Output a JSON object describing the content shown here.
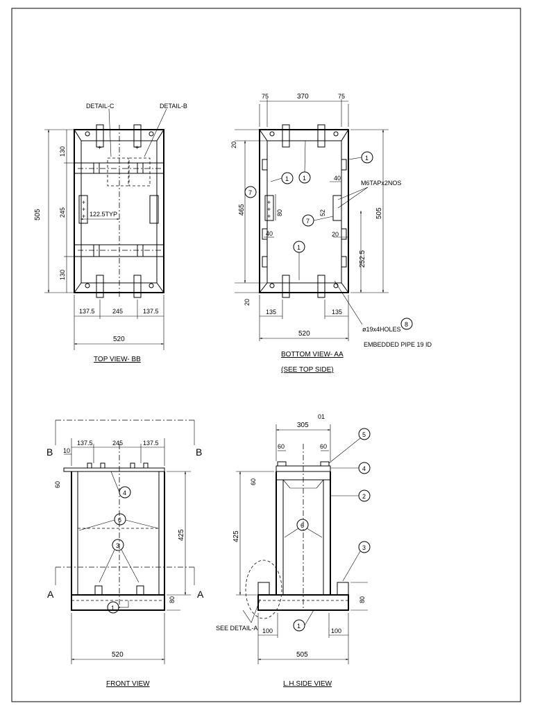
{
  "views": {
    "top": {
      "title": "TOP VIEW- BB",
      "callouts": {
        "detail_c": "DETAIL-C",
        "detail_b": "DETAIL-B"
      },
      "dims": {
        "height": "505",
        "top": "130",
        "mid": "245",
        "bot": "130",
        "typ": "122.5TYP",
        "left": "137.5",
        "center": "245",
        "right": "137.5",
        "width": "520"
      }
    },
    "bottom": {
      "title": "BOTTOM VIEW- AA",
      "subtitle": "(SEE TOP SIDE)",
      "dims": {
        "top_left": "75",
        "top_mid": "370",
        "top_right": "75",
        "d20a": "20",
        "d20b": "20",
        "d465": "465",
        "d80": "80",
        "d40a": "40",
        "d40b": "40",
        "d52": "52",
        "d20c": "20",
        "d505": "505",
        "d2525": "252.5",
        "d135a": "135",
        "d135b": "135",
        "width": "520"
      },
      "notes": {
        "tap": "M6TAPx2NOS",
        "holes": "ø19x4HOLES",
        "pipe": "EMBEDDED PIPE 19 ID"
      },
      "balloons": [
        "1",
        "1",
        "1",
        "1",
        "7",
        "7",
        "8"
      ]
    },
    "front": {
      "title": "FRONT VIEW",
      "dims": {
        "left": "137.5",
        "center": "245",
        "right": "137.5",
        "d10": "10",
        "d60": "60",
        "d425": "425",
        "d80": "80",
        "width": "520"
      },
      "section_marks": {
        "b_left": "B",
        "b_right": "B",
        "a_left": "A",
        "a_right": "A"
      },
      "balloons": [
        "4",
        "6",
        "3",
        "1"
      ]
    },
    "side": {
      "title": "L.H.SIDE VIEW",
      "dims": {
        "top": "305",
        "top_note": "01",
        "d60a": "60",
        "d60b": "60",
        "d60c": "60",
        "d425": "425",
        "d80": "80",
        "d100a": "100",
        "d100b": "100",
        "width": "505"
      },
      "note": "SEE DETAIL-A",
      "balloons": [
        "5",
        "4",
        "2",
        "6",
        "3",
        "1"
      ]
    }
  }
}
